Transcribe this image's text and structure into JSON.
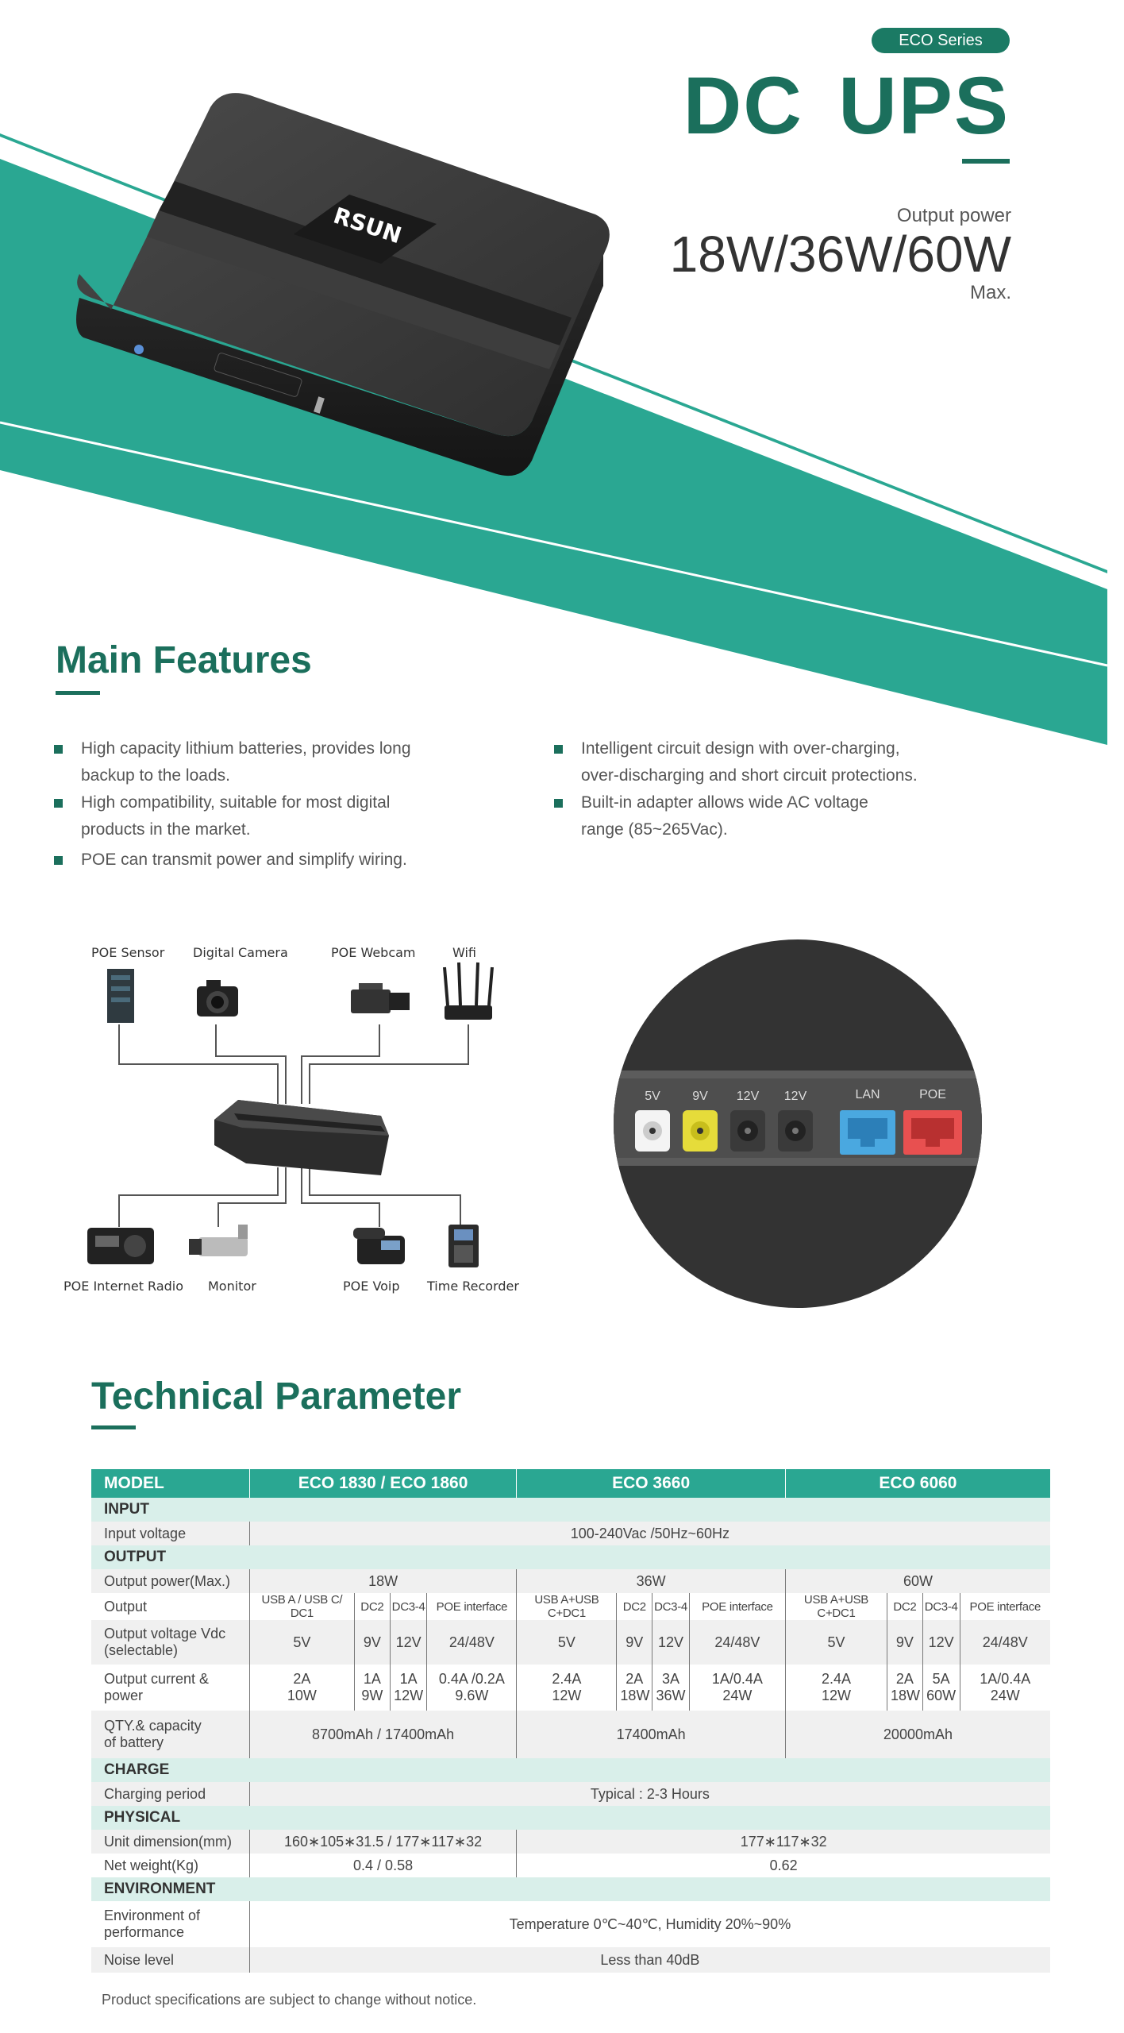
{
  "hero": {
    "badge": "ECO Series",
    "title": "DC  UPS",
    "output_label": "Output power",
    "output_value": "18W/36W/60W",
    "output_max": "Max.",
    "device_logo": "RSUN"
  },
  "colors": {
    "brand_green": "#1b6f5c",
    "teal_band": "#2aa792",
    "section_bg": "#d9efea"
  },
  "features": {
    "title": "Main Features",
    "left": [
      {
        "line1": "High capacity lithium batteries, provides long",
        "line2": "backup to the loads."
      },
      {
        "line1": "High compatibility, suitable for most digital",
        "line2": "products in the market."
      },
      {
        "line1": "POE can transmit power and simplify wiring.",
        "line2": ""
      }
    ],
    "right": [
      {
        "line1": "Intelligent circuit design with over-charging,",
        "line2": "over-discharging and short circuit protections."
      },
      {
        "line1": "Built-in adapter allows wide AC voltage",
        "line2": "range (85~265Vac)."
      }
    ]
  },
  "diagram": {
    "top_devices": [
      "POE Sensor",
      "Digital Camera",
      "POE Webcam",
      "Wifi"
    ],
    "bottom_devices": [
      "POE Internet Radio",
      "Monitor",
      "POE Voip",
      "Time Recorder"
    ]
  },
  "ports": [
    "5V",
    "9V",
    "12V",
    "12V",
    "LAN",
    "POE"
  ],
  "tech": {
    "title": "Technical Parameter",
    "header": [
      "MODEL",
      "ECO 1830 / ECO 1860",
      "ECO 3660",
      "ECO 6060"
    ],
    "sections": {
      "input": "INPUT",
      "output": "OUTPUT",
      "charge": "CHARGE",
      "physical": "PHYSICAL",
      "environment": "ENVIRONMENT"
    },
    "input_voltage": {
      "label": "Input  voltage",
      "value": "100-240Vac /50Hz~60Hz"
    },
    "output_power": {
      "label": "Output power(Max.)",
      "values": [
        "18W",
        "36W",
        "60W"
      ]
    },
    "output": {
      "label": "Output",
      "values": [
        "USB A / USB C/ DC1",
        "DC2",
        "DC3-4",
        "POE interface",
        "USB A+USB C+DC1",
        "DC2",
        "DC3-4",
        "POE interface",
        "USB A+USB C+DC1",
        "DC2",
        "DC3-4",
        "POE interface"
      ]
    },
    "output_voltage": {
      "label1": "Output voltage Vdc",
      "label2": "(selectable)",
      "values": [
        "5V",
        "9V",
        "12V",
        "24/48V",
        "5V",
        "9V",
        "12V",
        "24/48V",
        "5V",
        "9V",
        "12V",
        "24/48V"
      ]
    },
    "output_current": {
      "label1": "Output current &",
      "label2": "power",
      "top": [
        "2A",
        "1A",
        "1A",
        "0.4A /0.2A",
        "2.4A",
        "2A",
        "3A",
        "1A/0.4A",
        "2.4A",
        "2A",
        "5A",
        "1A/0.4A"
      ],
      "bottom": [
        "10W",
        "9W",
        "12W",
        "9.6W",
        "12W",
        "18W",
        "36W",
        "24W",
        "12W",
        "18W",
        "60W",
        "24W"
      ]
    },
    "battery": {
      "label1": "QTY.& capacity",
      "label2": "of  battery",
      "values": [
        "8700mAh  / 17400mAh",
        "17400mAh",
        "20000mAh"
      ]
    },
    "charging": {
      "label": "Charging  period",
      "value": "Typical  : 2-3   Hours"
    },
    "dimension": {
      "label": "Unit dimension(mm)",
      "values": [
        "160∗105∗31.5   /  177∗117∗32",
        "177∗117∗32"
      ]
    },
    "weight": {
      "label": "Net  weight(Kg)",
      "values": [
        "0.4   /   0.58",
        "0.62"
      ]
    },
    "environment": {
      "label1": "Environment  of",
      "label2": "performance",
      "value": "Temperature     0℃~40℃, Humidity    20%~90%"
    },
    "noise": {
      "label": "Noise  level",
      "value": "Less  than  40dB"
    }
  },
  "footnote": "Product specifications are subject to change without notice."
}
